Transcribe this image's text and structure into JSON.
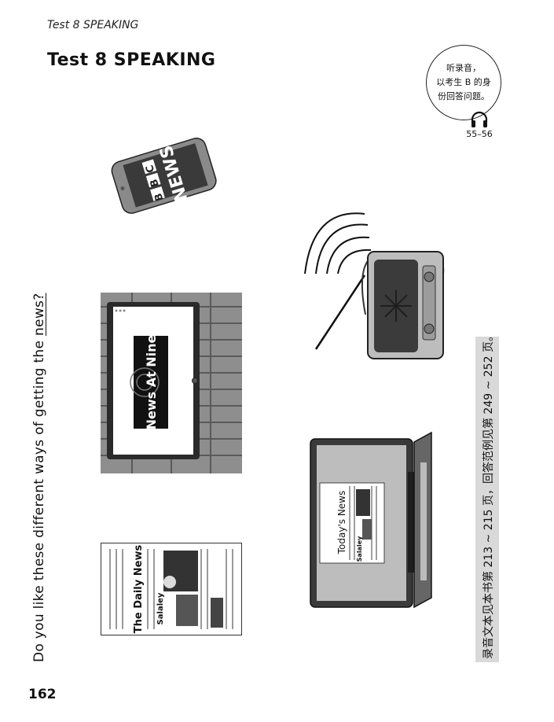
{
  "header": {
    "running_title": "Test 8 SPEAKING",
    "title": "Test 8 SPEAKING"
  },
  "instruction_bubble": {
    "line1": "听录音，",
    "line2": "以考生 B 的身",
    "line3": "份回答问题。"
  },
  "audio": {
    "icon": "headphones-icon",
    "track": "55–56"
  },
  "question": {
    "prefix": "Do you like these different ways of getting the ",
    "underlined": "news?"
  },
  "side_note": "录音文本见本书第 213 ~ 215 页，回答范例见第 249 ~ 252 页。",
  "page_number": "162",
  "images": {
    "phone_logo": "BBC",
    "phone_text": "NEWS",
    "tv_text": "News At Nine",
    "newspaper_title": "The Daily News",
    "newspaper_headline": "Salaley",
    "laptop_title": "Today's News",
    "laptop_headline": "Salaley"
  }
}
